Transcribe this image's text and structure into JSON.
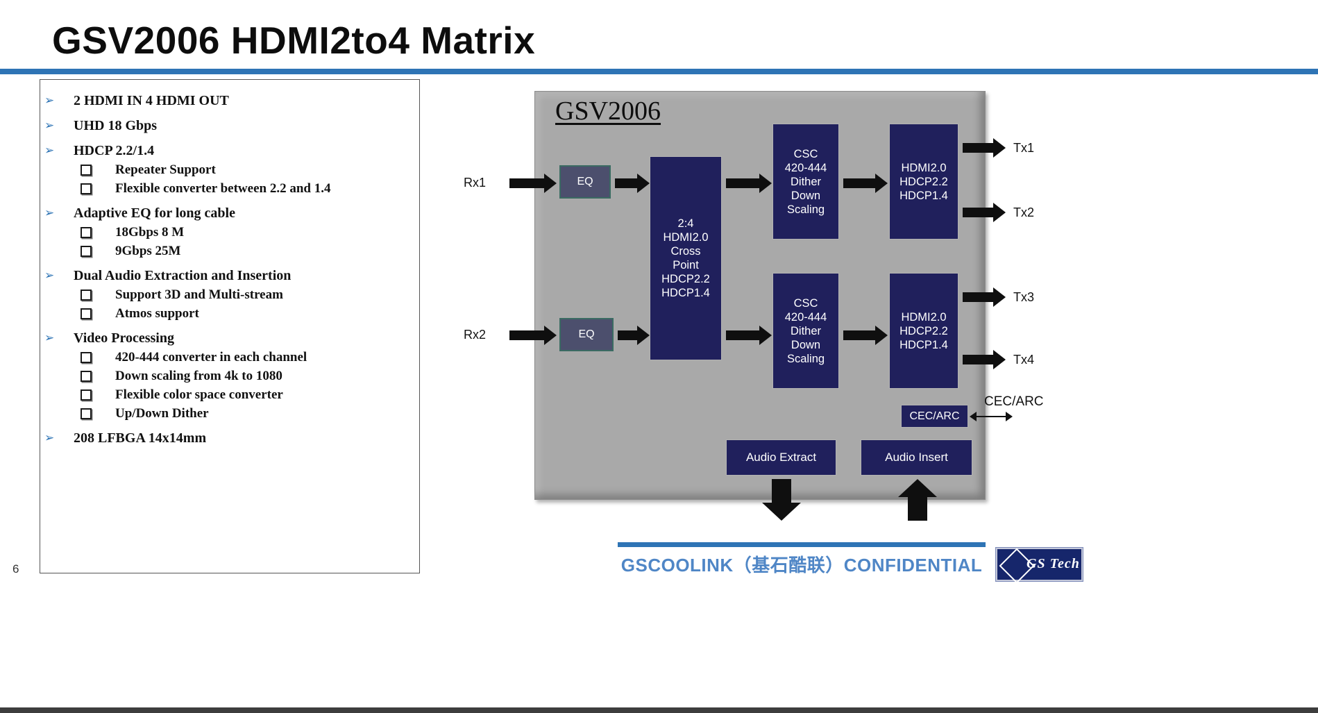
{
  "slide": {
    "title": "GSV2006 HDMI2to4 Matrix",
    "page_number": "6"
  },
  "features": {
    "bullet_arrow": "➢",
    "items": [
      {
        "level": 1,
        "text": "2 HDMI IN 4 HDMI OUT"
      },
      {
        "level": 1,
        "text": "UHD 18 Gbps"
      },
      {
        "level": 1,
        "text": "HDCP 2.2/1.4"
      },
      {
        "level": 2,
        "text": "Repeater Support"
      },
      {
        "level": 2,
        "text": "Flexible converter between 2.2 and 1.4"
      },
      {
        "level": 1,
        "text": "Adaptive EQ for long cable"
      },
      {
        "level": 2,
        "text": "18Gbps 8 M"
      },
      {
        "level": 2,
        "text": "9Gbps 25M"
      },
      {
        "level": 1,
        "text": "Dual Audio Extraction and Insertion"
      },
      {
        "level": 2,
        "text": "Support 3D and Multi-stream"
      },
      {
        "level": 2,
        "text": "Atmos support"
      },
      {
        "level": 1,
        "text": "Video Processing"
      },
      {
        "level": 2,
        "text": "420-444 converter in each channel"
      },
      {
        "level": 2,
        "text": "Down scaling from 4k to 1080"
      },
      {
        "level": 2,
        "text": "Flexible color space converter"
      },
      {
        "level": 2,
        "text": "Up/Down Dither"
      },
      {
        "level": 1,
        "text": "208 LFBGA 14x14mm"
      }
    ]
  },
  "diagram": {
    "title": "GSV2006",
    "rx1_label": "Rx1",
    "rx2_label": "Rx2",
    "eq1_label": "EQ",
    "eq2_label": "EQ",
    "crosspoint": "2:4\nHDMI2.0\nCross\nPoint\nHDCP2.2\nHDCP1.4",
    "csc_top": "CSC\n420-444\nDither\nDown\nScaling",
    "csc_bottom": "CSC\n420-444\nDither\nDown\nScaling",
    "hdmi_top": "HDMI2.0\nHDCP2.2\nHDCP1.4",
    "hdmi_bottom": "HDMI2.0\nHDCP2.2\nHDCP1.4",
    "tx1_label": "Tx1",
    "tx2_label": "Tx2",
    "tx3_label": "Tx3",
    "tx4_label": "Tx4",
    "cec_box_label": "CEC/ARC",
    "cec_ext_label": "CEC/ARC",
    "audio_extract_label": "Audio Extract",
    "audio_insert_label": "Audio Insert"
  },
  "footer": {
    "confidential": "GSCOOLINK（基石酷联）CONFIDENTIAL",
    "logo_text": "GS Tech"
  },
  "colors": {
    "accent_blue": "#2E74B5",
    "navy_box": "#20205C",
    "panel_gray": "#A9A9A9",
    "confidential_blue": "#4F86C6",
    "logo_navy": "#16266B"
  }
}
